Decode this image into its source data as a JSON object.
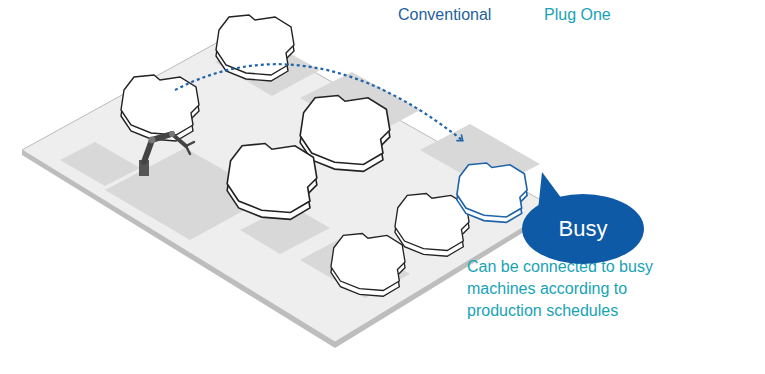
{
  "diagram": {
    "nodes": [
      {
        "text": [
          "Busy"
        ]
      }
    ],
    "labels": [
      "Conventional",
      "Plug One",
      "Can be connected to busy machines according to production schedules"
    ]
  }
}
